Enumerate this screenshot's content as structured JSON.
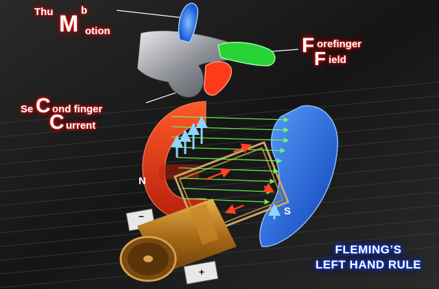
{
  "labels": {
    "thumb_pre": "Thu",
    "thumb_big": "M",
    "thumb_post": "b",
    "motion_rest": "otion",
    "forefinger_big": "F",
    "forefinger_rest": "orefinger",
    "field_big": "F",
    "field_rest": "ield",
    "second_pre": "Se",
    "second_big": "C",
    "second_post": "ond finger",
    "current_big": "C",
    "current_rest": "urrent"
  },
  "poles": {
    "north": "N",
    "south": "S"
  },
  "terminals": {
    "negative": "−",
    "positive": "+"
  },
  "title": {
    "line1": "FLEMING’S",
    "line2": "LEFT HAND RULE"
  },
  "colors": {
    "thumb": "#3a8cff",
    "forefinger": "#2bdc3a",
    "second_finger": "#ff3a1a",
    "magnet_north": "#e3361a",
    "magnet_south": "#1e63e0",
    "field_lines": "#6fff5a",
    "force_arrows": "#6fc8ff"
  },
  "icons": [
    "hand-icon",
    "magnet-icon",
    "battery-icon",
    "coil-icon"
  ]
}
